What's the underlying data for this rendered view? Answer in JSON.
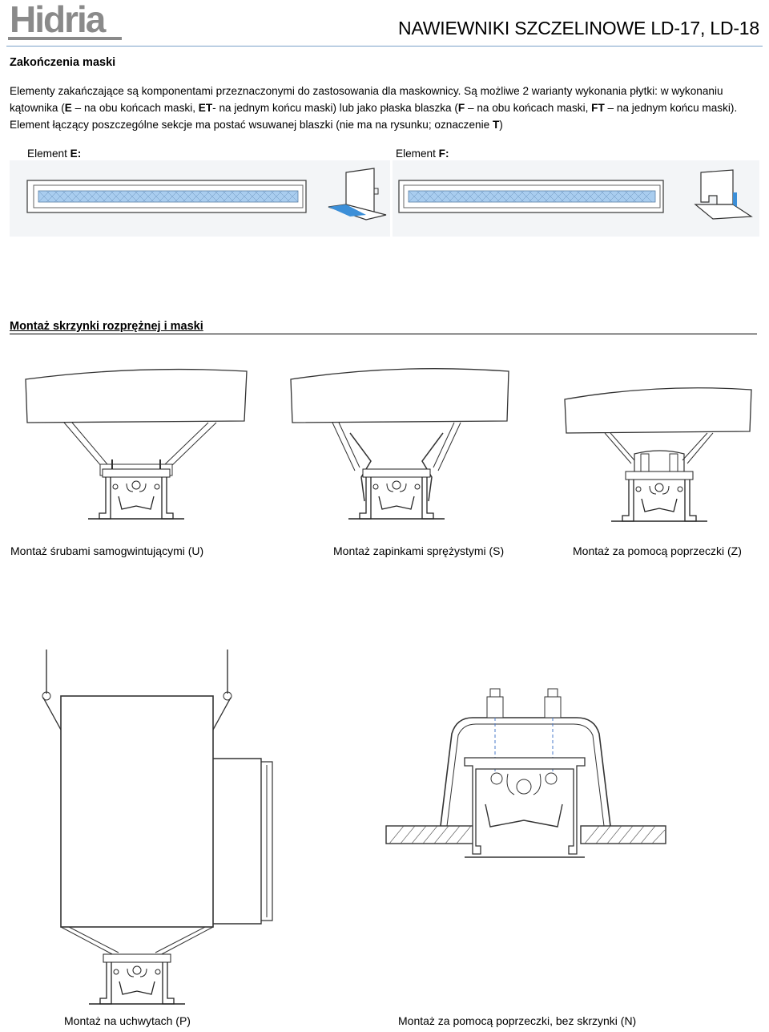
{
  "header": {
    "logo_text": "Hidria",
    "title": "NAWIEWNIKI SZCZELINOWE LD-17, LD-18"
  },
  "section_mask_ends": {
    "heading": "Zakończenia maski",
    "intro": [
      {
        "t": "Elementy zakańczające są komponentami przeznaczonymi do zastosowania dla maskownicy. Są możliwe 2 warianty wykonania płytki: w wykonaniu kątownika ("
      },
      {
        "t": "E",
        "b": true
      },
      {
        "t": " – na obu końcach maski, "
      },
      {
        "t": "ET",
        "b": true
      },
      {
        "t": "- na jednym końcu maski) lub jako płaska blaszka ("
      },
      {
        "t": "F",
        "b": true
      },
      {
        "t": " – na obu końcach maski, "
      },
      {
        "t": "FT",
        "b": true
      },
      {
        "t": " – na jednym końcu maski). Element łączący poszczególne sekcje ma postać wsuwanej blaszki (nie ma na rysunku; oznaczenie "
      },
      {
        "t": "T",
        "b": true
      },
      {
        "t": ")"
      }
    ],
    "element_e": {
      "prefix": "Element ",
      "code": "E:"
    },
    "element_f": {
      "prefix": "Element ",
      "code": "F:"
    }
  },
  "section_mounting": {
    "heading": "Montaż skrzynki rozprężnej i maski",
    "captions": {
      "u": "Montaż śrubami samogwintującymi (U)",
      "s": "Montaż zapinkami sprężystymi (S)",
      "z": "Montaż za pomocą poprzeczki (Z)",
      "p": "Montaż na uchwytach (P)",
      "n": "Montaż za pomocą poprzeczki, bez skrzynki (N)"
    }
  },
  "colors": {
    "rule": "#7aa0c8",
    "mesh_blue": "#9fc3e6",
    "accent_blue": "#4a90d9"
  }
}
